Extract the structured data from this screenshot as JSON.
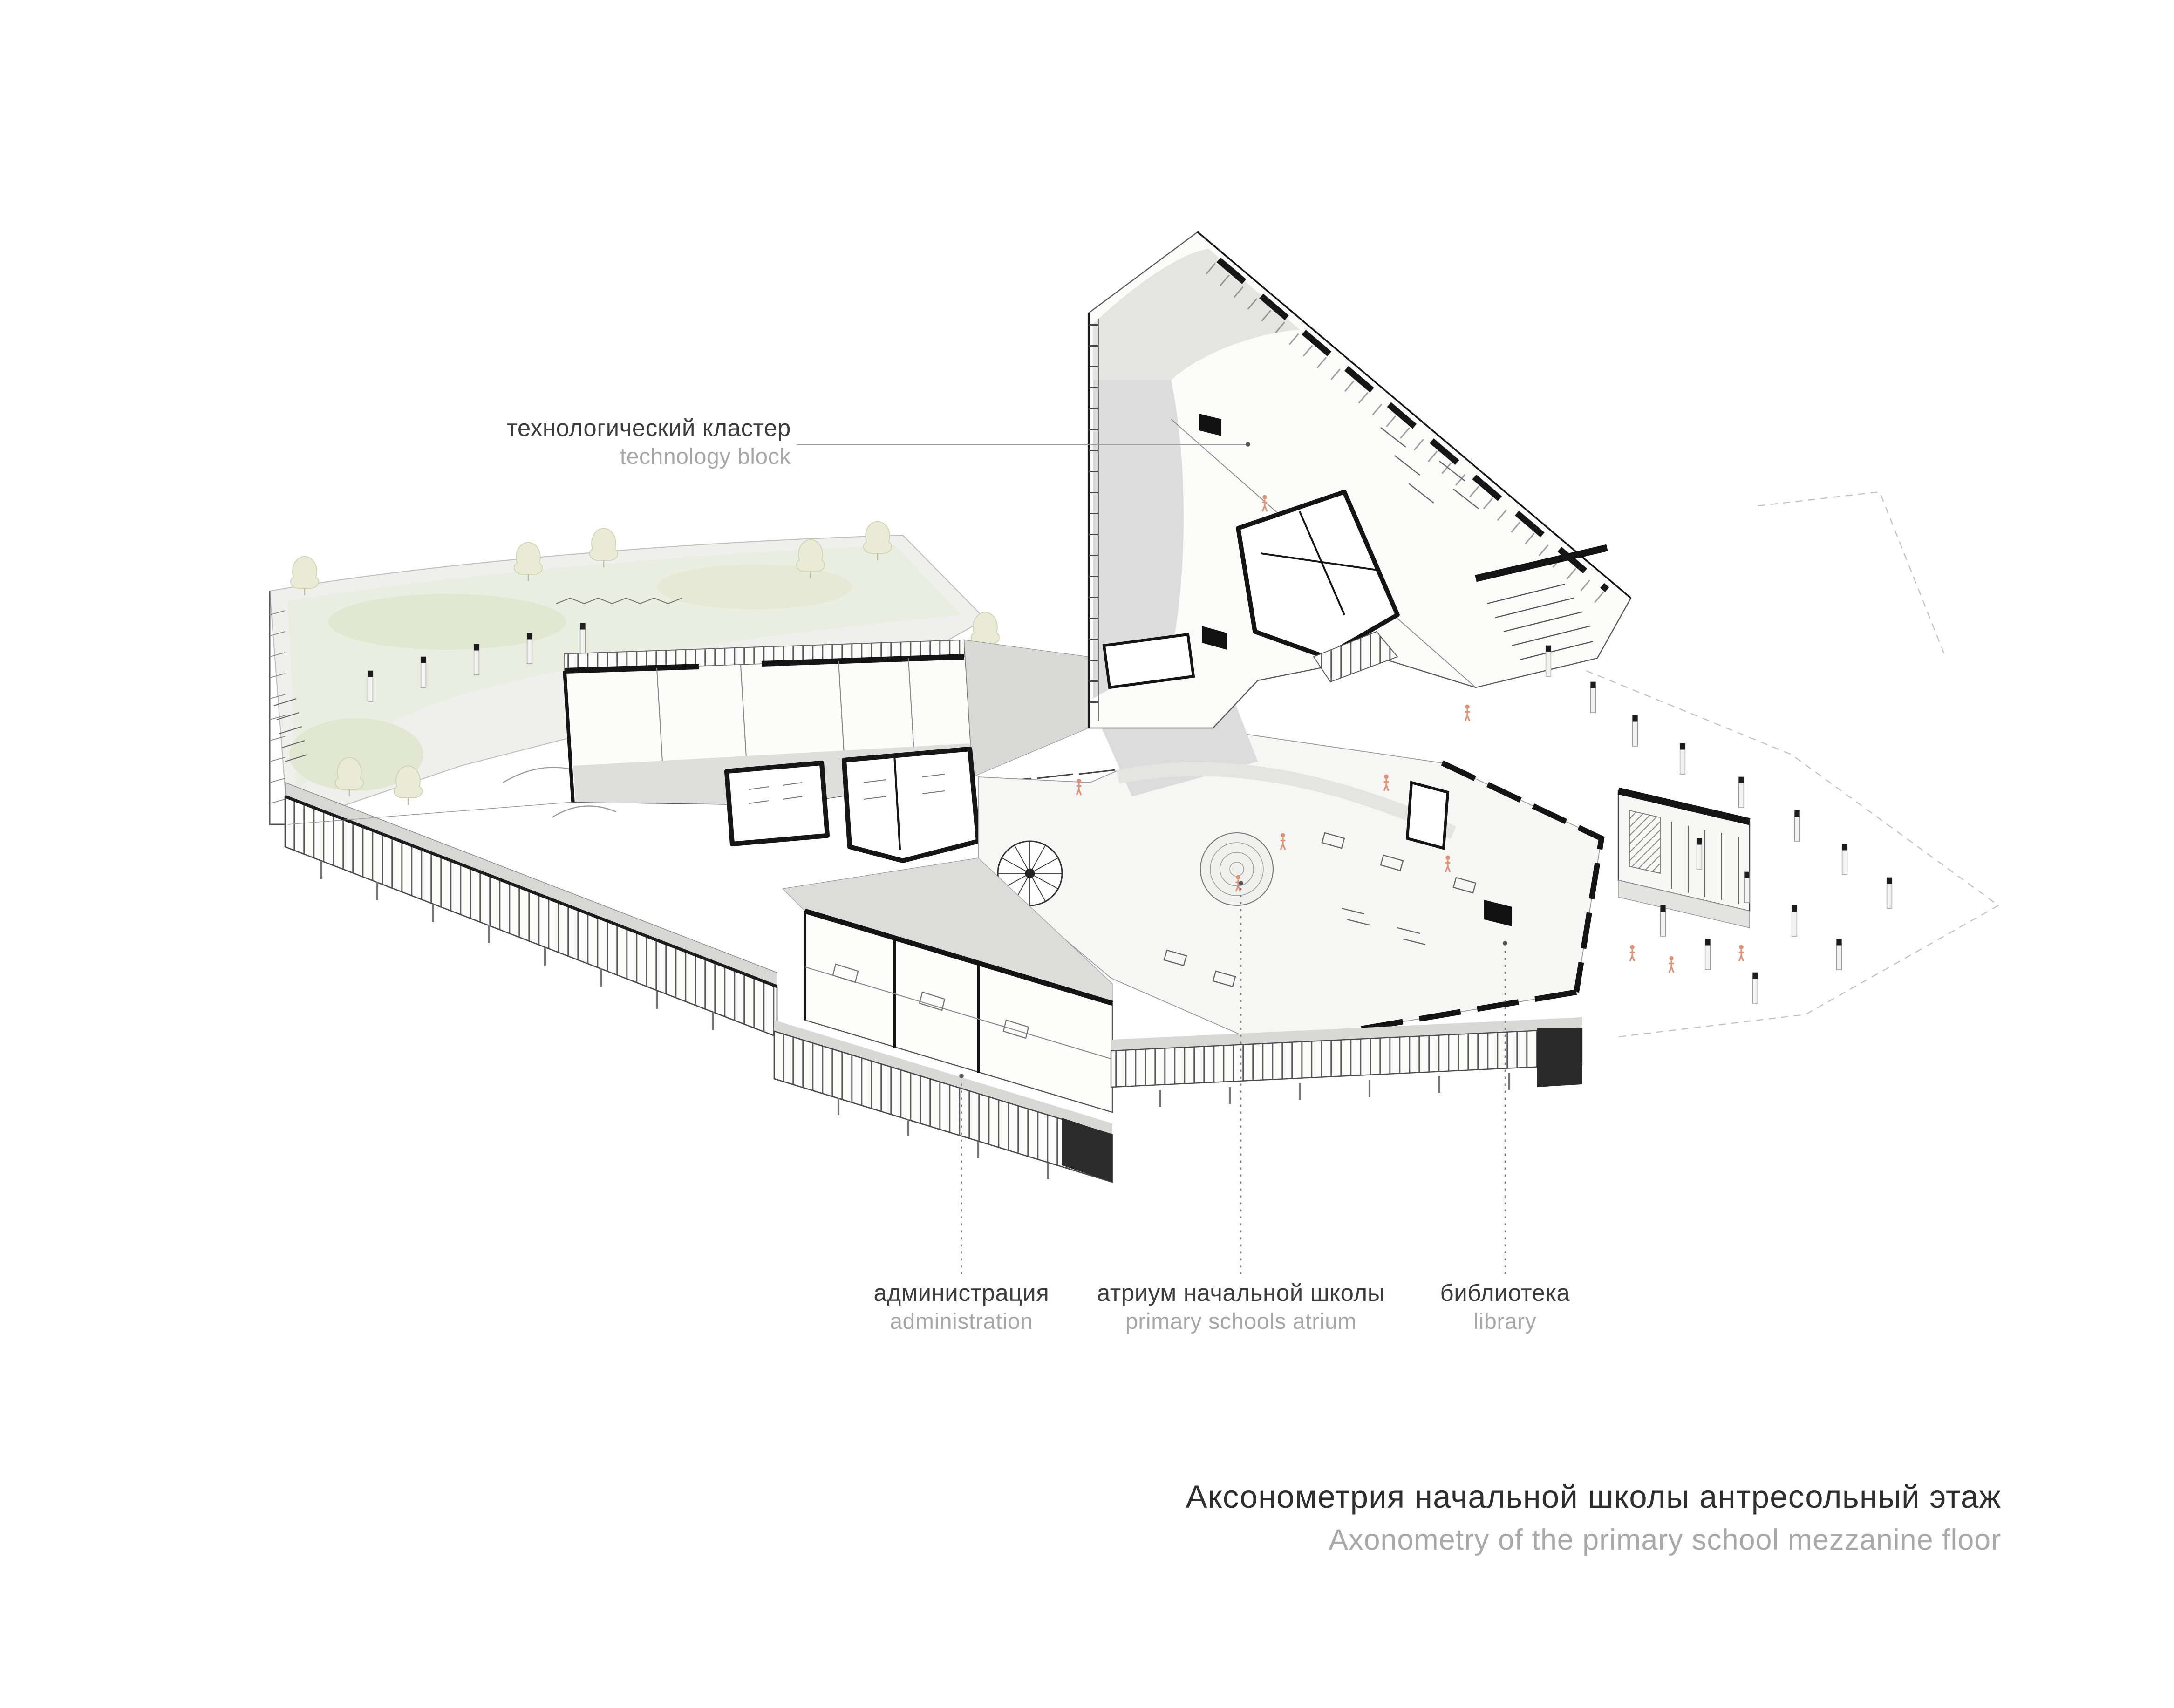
{
  "palette": {
    "background": "#ffffff",
    "line_dark": "#1a1a1a",
    "line_grey": "#9a9a9a",
    "fill_light_grey": "#e6e6e4",
    "fill_green": "#e3e8d2",
    "accent_figure": "#dd9379",
    "label_dark": "#3c3c3c",
    "label_grey": "#a7a7a7"
  },
  "callouts": {
    "technology": {
      "ru": "технологический кластер",
      "en": "technology block"
    },
    "administration": {
      "ru": "администрация",
      "en": "administration"
    },
    "atrium": {
      "ru": "атриум начальной школы",
      "en": "primary schools atrium"
    },
    "library": {
      "ru": "библиотека",
      "en": "library"
    }
  },
  "title": {
    "ru": "Аксонометрия начальной школы антресольный этаж",
    "en": "Axonometry of the primary school mezzanine floor"
  }
}
